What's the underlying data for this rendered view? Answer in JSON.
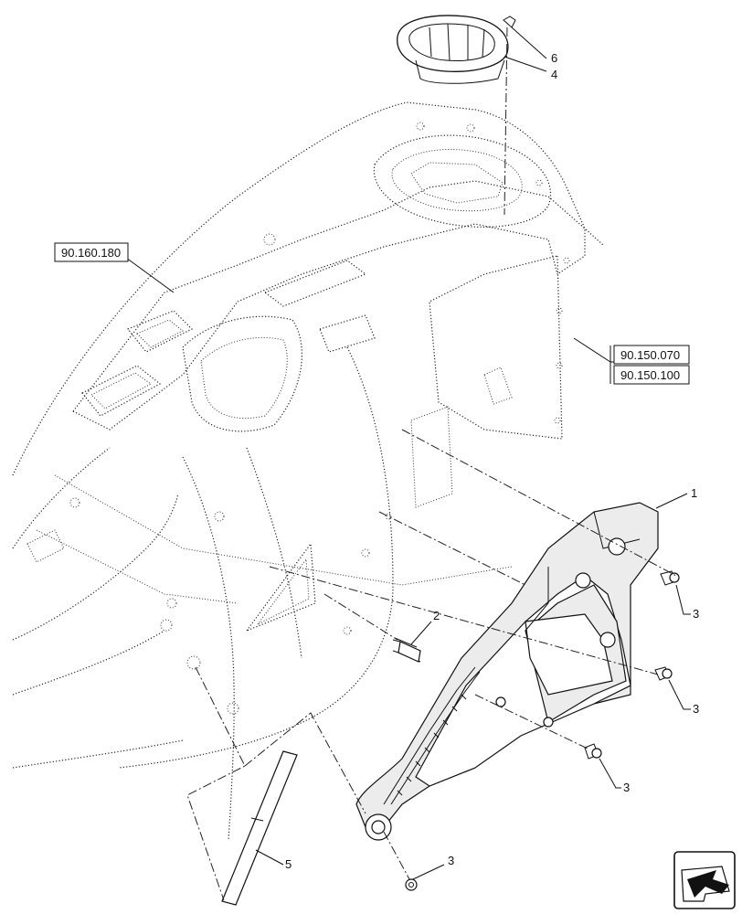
{
  "callouts": {
    "c1": "1",
    "c2": "2",
    "c3a": "3",
    "c3b": "3",
    "c3c": "3",
    "c3d": "3",
    "c4": "4",
    "c5": "5",
    "c6": "6"
  },
  "references": {
    "ref_a": "90.160.180",
    "ref_b": "90.150.070",
    "ref_c": "90.150.100"
  },
  "icons": {
    "nav": "arrow-navigation-icon"
  }
}
